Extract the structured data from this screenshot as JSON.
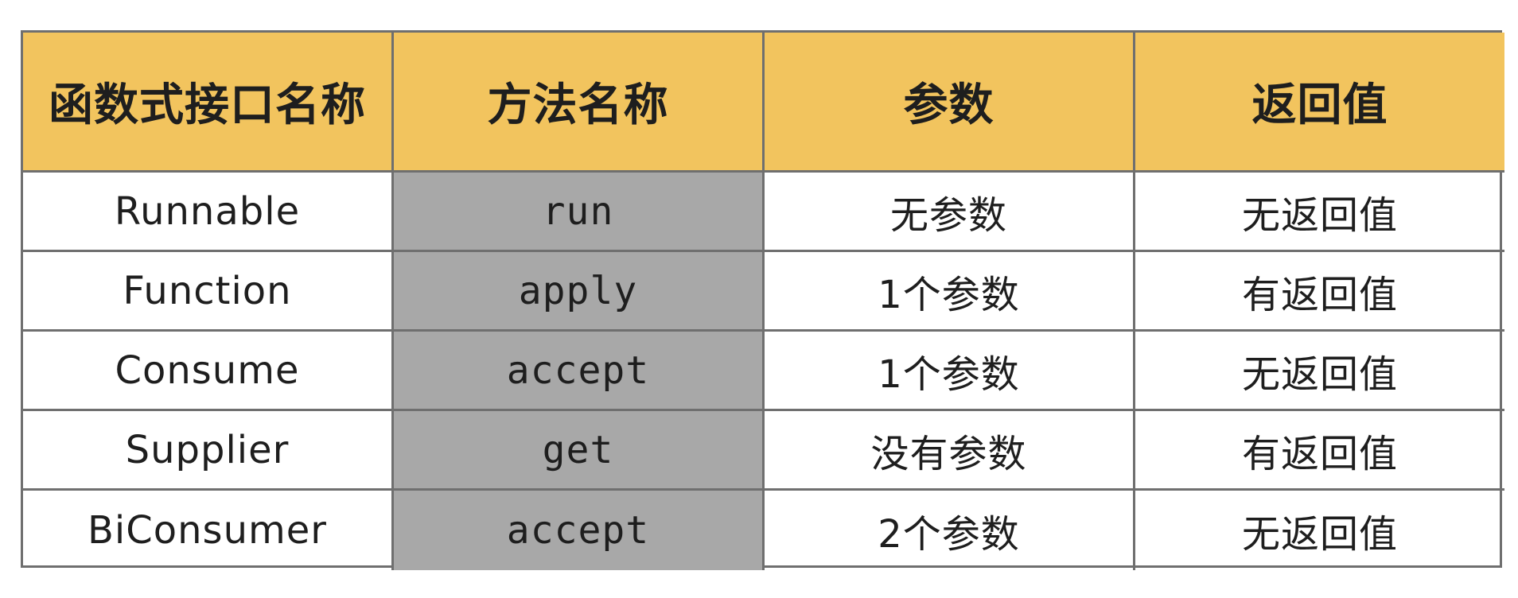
{
  "colors": {
    "header_bg": "#f2c45e",
    "method_bg": "#a8a8a8",
    "border": "#6f6f6f",
    "text": "#1e1e1e"
  },
  "table": {
    "headers": [
      "函数式接口名称",
      "方法名称",
      "参数",
      "返回值"
    ],
    "rows": [
      {
        "interface": "Runnable",
        "method": "run",
        "params": "无参数",
        "return": "无返回值"
      },
      {
        "interface": "Function",
        "method": "apply",
        "params": "1个参数",
        "return": "有返回值"
      },
      {
        "interface": "Consume",
        "method": "accept",
        "params": "1个参数",
        "return": "无返回值"
      },
      {
        "interface": "Supplier",
        "method": "get",
        "params": "没有参数",
        "return": "有返回值"
      },
      {
        "interface": "BiConsumer",
        "method": "accept",
        "params": "2个参数",
        "return": "无返回值"
      }
    ]
  }
}
